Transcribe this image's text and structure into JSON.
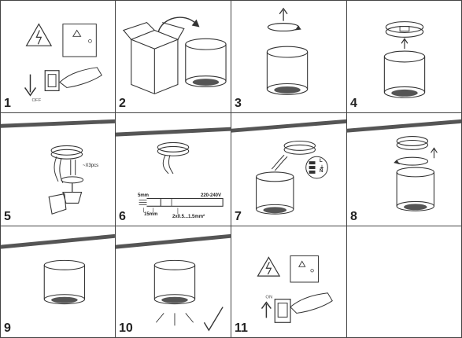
{
  "steps": [
    {
      "number": "1",
      "labels": {
        "off": "OFF"
      }
    },
    {
      "number": "2"
    },
    {
      "number": "3"
    },
    {
      "number": "4"
    },
    {
      "number": "5",
      "labels": {
        "screws": "~X3pcs"
      }
    },
    {
      "number": "6",
      "labels": {
        "strip_short": "5mm",
        "strip_long": "15mm",
        "voltage": "220-240V",
        "cable": "2x0.5...1.5mm²"
      }
    },
    {
      "number": "7",
      "labels": {
        "l": "L",
        "earth": "⏚",
        "n": "N"
      }
    },
    {
      "number": "8"
    },
    {
      "number": "9"
    },
    {
      "number": "10"
    },
    {
      "number": "11",
      "labels": {
        "on": "ON"
      }
    }
  ],
  "icons": [
    "high-voltage-warning-icon",
    "switch-off-icon",
    "box-unpack-icon",
    "rotate-icon",
    "screwdriver-icon",
    "wire-strip-icon",
    "terminal-block-icon",
    "checkmark-icon",
    "switch-on-icon"
  ]
}
